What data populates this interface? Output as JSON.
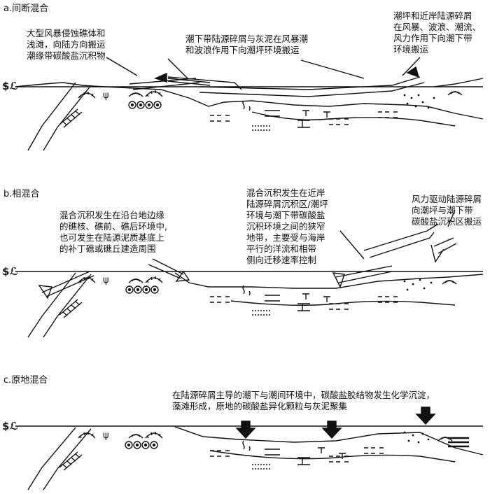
{
  "panels": [
    {
      "id": "a",
      "title": "a.间断混合",
      "notes": [
        "大型风暴侵蚀礁体和",
        "浅滩，向陆方向搬运",
        "潮缘带碳酸盐沉积物"
      ],
      "notes2": [
        "潮下带陆源碎屑与灰泥在风暴潮",
        "和波浪作用下向潮坪环境搬运"
      ],
      "notes3": [
        "潮坪和近岸陆源碎屑",
        "在风暴、波浪、潮流、",
        "风力作用下向潮下带",
        "环境搬运"
      ]
    },
    {
      "id": "b",
      "title": "b.相混合",
      "notes": [
        "混合沉积发生在沿台地边缘",
        "的礁核、礁前、礁后环境中,",
        "也可发生在陆源泥质基底上",
        "的补丁礁或礁丘建造周围"
      ],
      "notes2": [
        "混合沉积发生在近岸",
        "陆源碎屑沉积区/潮坪",
        "环境与潮下带碳酸盐",
        "沉积环境之间的狭窄",
        "地带，主要受与海岸",
        "平行的洋流和相带",
        "侧向迁移速率控制"
      ],
      "notes3": [
        "风力驱动陆源碎屑",
        "向潮坪与潮下带",
        "碳酸盐沉积区搬运"
      ]
    },
    {
      "id": "c",
      "title": "c.原地混合",
      "notes": [
        "在陆源碎屑主导的潮下与潮间环境中，碳酸盐胶结物发生化学沉淀，",
        "藻滩形成，原地的碳酸盐异化颗粒与灰泥聚集"
      ]
    }
  ],
  "sea_level_symbol": "$ℒ"
}
